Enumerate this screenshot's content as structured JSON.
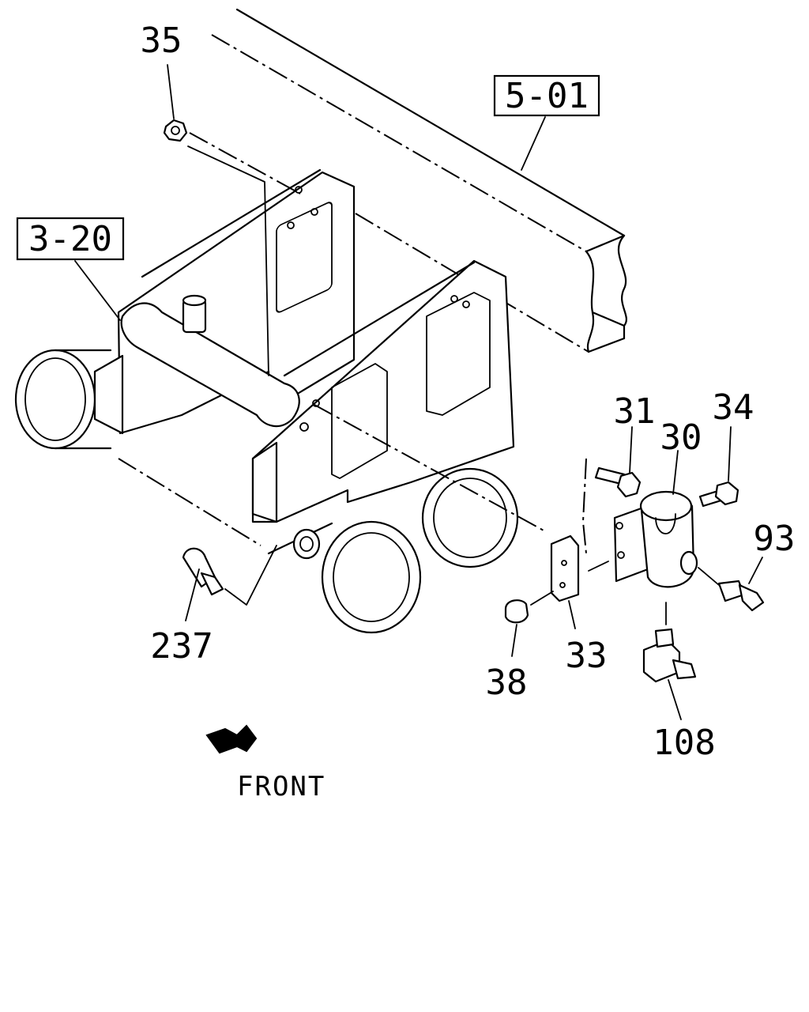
{
  "references": {
    "ref_frame": "5-01",
    "ref_bracket": "3-20"
  },
  "part_numbers": {
    "p35": "35",
    "p31": "31",
    "p30": "30",
    "p34": "34",
    "p93": "93",
    "p237": "237",
    "p33": "33",
    "p38": "38",
    "p108": "108"
  },
  "direction": {
    "label": "FRONT"
  },
  "icons": {
    "front_arrow": "front-arrow-icon"
  }
}
